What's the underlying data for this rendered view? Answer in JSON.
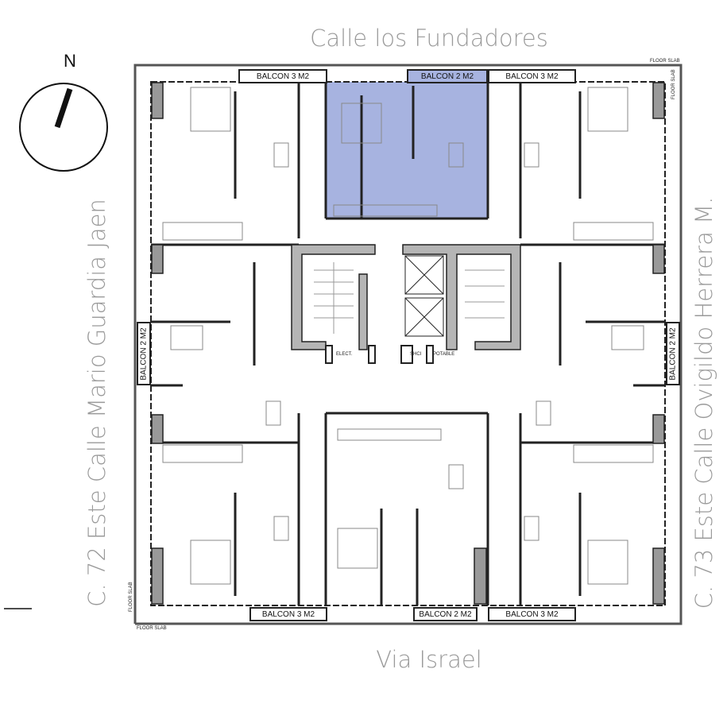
{
  "streets": {
    "north": "Calle los Fundadores",
    "south": "Via Israel",
    "west": "C. 72 Este Calle Mario Guardia Jaen",
    "east": "C. 73 Este Calle Ovigildo Herrera M."
  },
  "compass": {
    "label": "N"
  },
  "balconies": {
    "top_left": "BALCON 3 M2",
    "top_center": "BALCON 2 M2",
    "top_right": "BALCON 3 M2",
    "bottom_left": "BALCON 3 M2",
    "bottom_center": "BALCON 2 M2",
    "bottom_right": "BALCON 3 M2",
    "left": "BALCON 2 M2",
    "right": "BALCON 2 M2"
  },
  "labels": {
    "floor_slab": "FLOOR SLAB",
    "elect": "ELECT.",
    "shci": "SHCI",
    "potable": "POTABLE"
  },
  "colors": {
    "highlight": "#a7b3e0",
    "wall": "#222222",
    "core": "#b5b5b5"
  }
}
